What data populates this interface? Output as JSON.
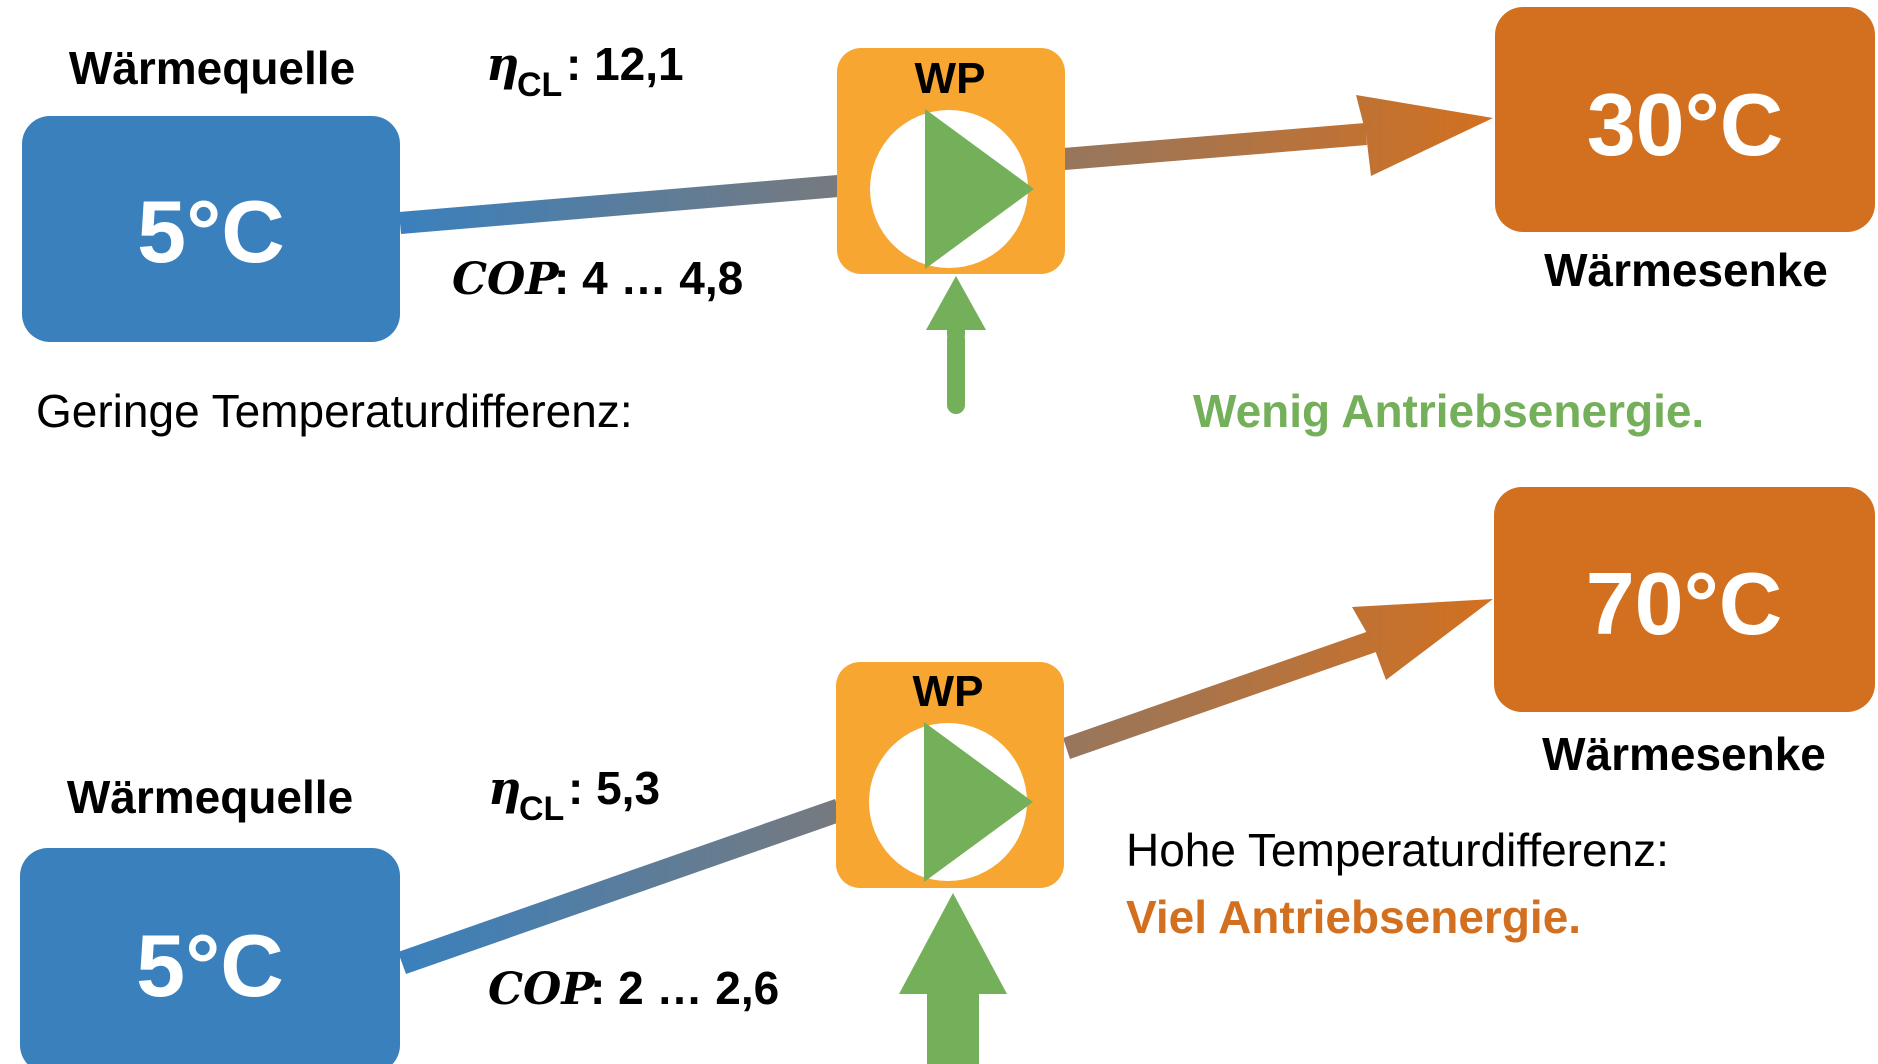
{
  "colors": {
    "source_blue": "#3A80BD",
    "sink_orange": "#D3701F",
    "wp_orange": "#F6A631",
    "play_green": "#74AF5A",
    "arrow_green": "#74AF5A",
    "highlight_green": "#74AF5A",
    "highlight_orange": "#D3701F"
  },
  "icons": {
    "wp_icon": "play-triangle-in-circle-icon",
    "input_arrow": "arrow-up-icon",
    "flow_arrow": "arrow-right-icon"
  },
  "top": {
    "source_title": "Wärmequelle",
    "source_temp": "5°C",
    "sink_temp": "30°C",
    "sink_title": "Wärmesenke",
    "wp_label": "WP",
    "eta_symbol": "η",
    "eta_subscript": "CL",
    "eta_value": ": 12,1",
    "cop_symbol": "COP",
    "cop_value": ": 4 … 4,8",
    "diff_text": "Geringe Temperaturdifferenz:",
    "energy_text": "Wenig Antriebsenergie."
  },
  "bottom": {
    "source_title": "Wärmequelle",
    "source_temp": "5°C",
    "sink_temp": "70°C",
    "sink_title": "Wärmesenke",
    "wp_label": "WP",
    "eta_symbol": "η",
    "eta_subscript": "CL",
    "eta_value": ": 5,3",
    "cop_symbol": "COP",
    "cop_value": ": 2 … 2,6",
    "diff_text": "Hohe Temperaturdifferenz:",
    "energy_text": "Viel Antriebsenergie."
  }
}
